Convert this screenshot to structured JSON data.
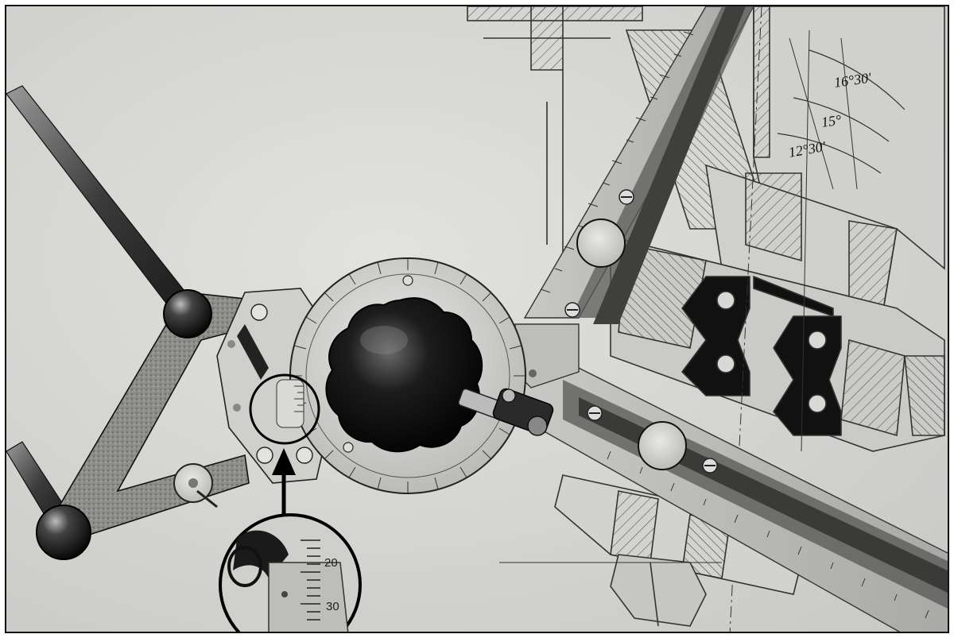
{
  "image": {
    "angle_labels": {
      "a1": "16°30'",
      "a2": "15°",
      "a3": "12°30'"
    },
    "magnifier_scale": {
      "top": "20",
      "bottom": "30"
    }
  }
}
